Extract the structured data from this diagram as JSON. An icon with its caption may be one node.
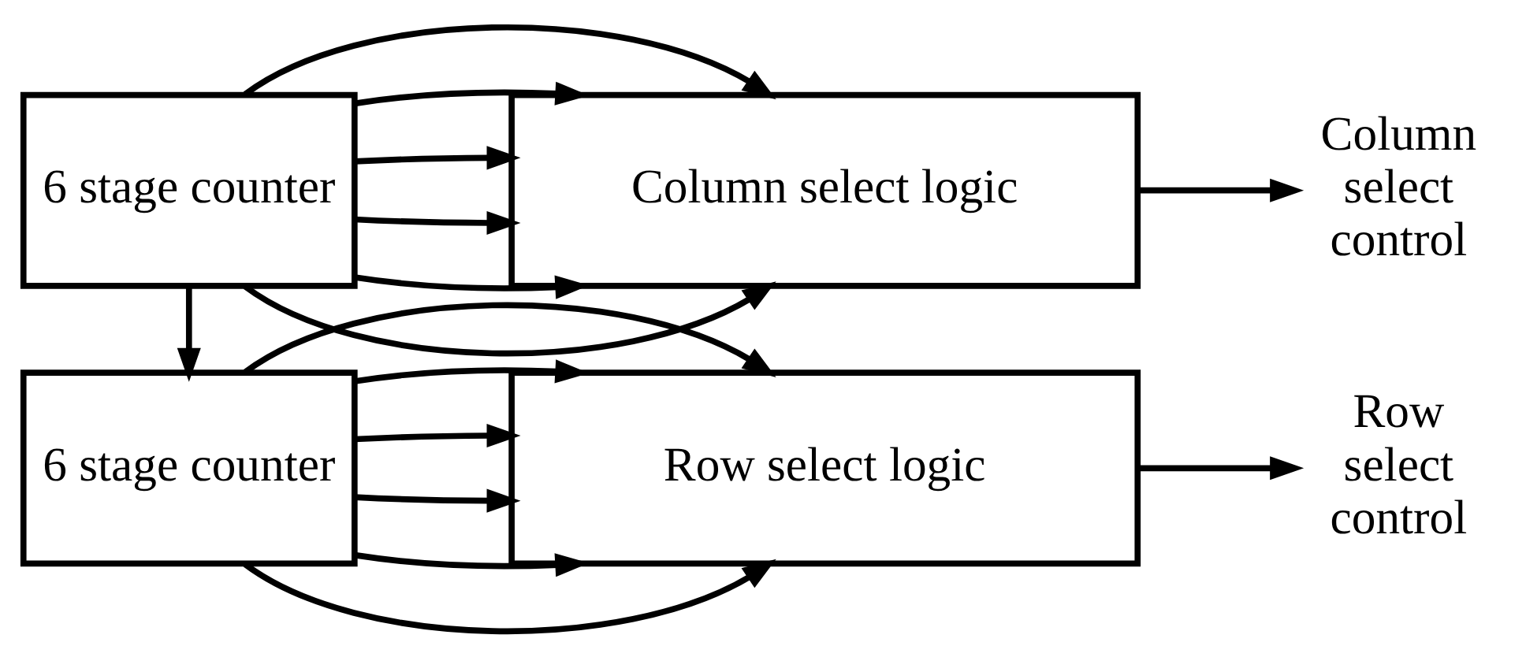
{
  "diagram": {
    "nodes": [
      {
        "text": [
          "6 stage counter"
        ]
      },
      {
        "text": [
          "Column select logic"
        ]
      },
      {
        "text": [
          "Column select control"
        ]
      },
      {
        "text": [
          "6 stage counter"
        ]
      },
      {
        "text": [
          "Row select logic"
        ]
      },
      {
        "text": [
          "Row select control"
        ]
      }
    ],
    "edges": [
      {
        "from": 0,
        "to": 1,
        "arrow": "to"
      },
      {
        "from": 0,
        "to": 1,
        "arrow": "to"
      },
      {
        "from": 0,
        "to": 1,
        "arrow": "to"
      },
      {
        "from": 0,
        "to": 1,
        "arrow": "to"
      },
      {
        "from": 0,
        "to": 1,
        "arrow": "to"
      },
      {
        "from": 0,
        "to": 1,
        "arrow": "to"
      },
      {
        "from": 1,
        "to": 2,
        "arrow": "to"
      },
      {
        "from": 0,
        "to": 3,
        "arrow": "to"
      },
      {
        "from": 3,
        "to": 4,
        "arrow": "to"
      },
      {
        "from": 3,
        "to": 4,
        "arrow": "to"
      },
      {
        "from": 3,
        "to": 4,
        "arrow": "to"
      },
      {
        "from": 3,
        "to": 4,
        "arrow": "to"
      },
      {
        "from": 3,
        "to": 4,
        "arrow": "to"
      },
      {
        "from": 3,
        "to": 4,
        "arrow": "to"
      },
      {
        "from": 4,
        "to": 5,
        "arrow": "to"
      }
    ]
  }
}
